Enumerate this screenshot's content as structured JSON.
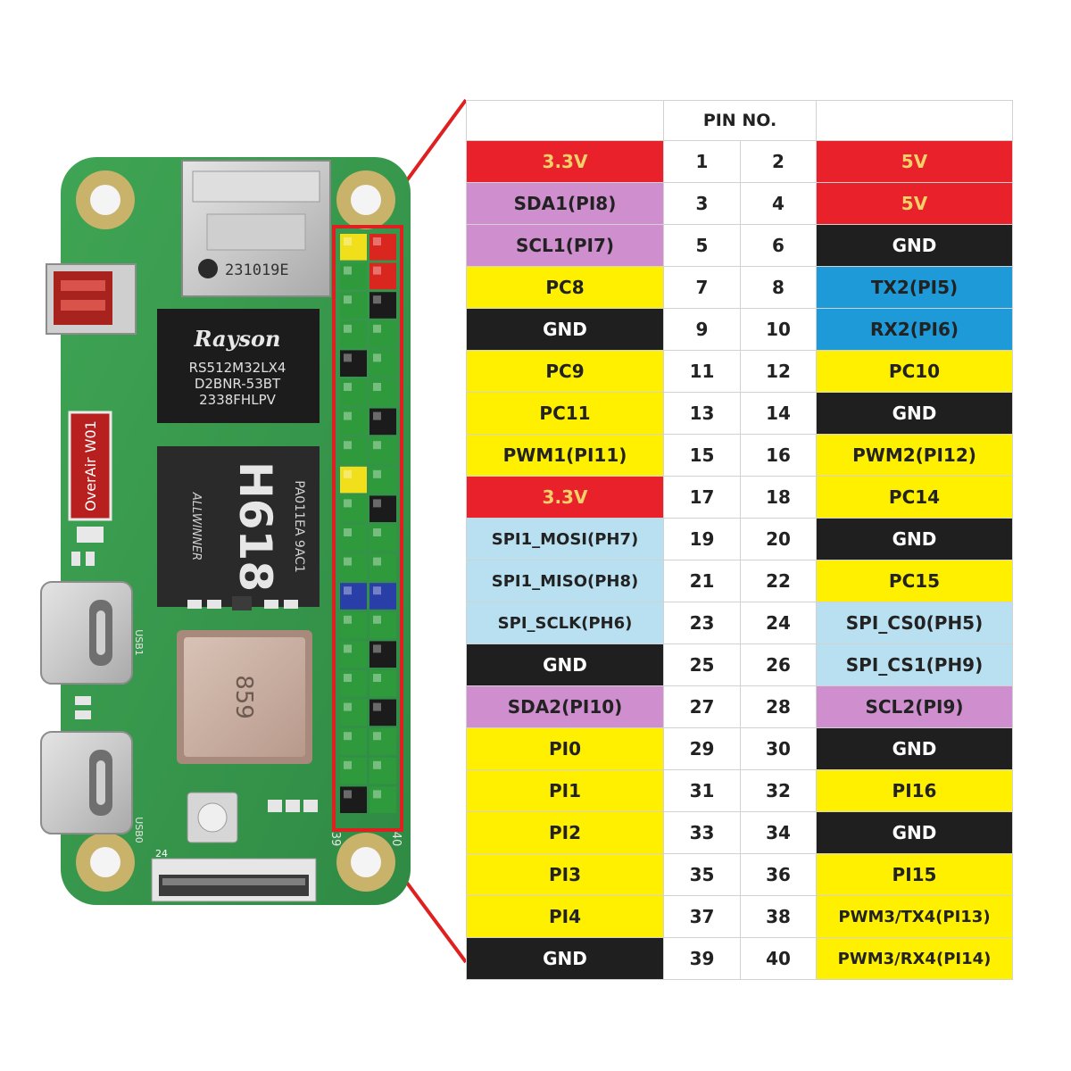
{
  "header": {
    "pin_no": "PIN NO."
  },
  "colors": {
    "power_3v3": {
      "bg": "#e8212b",
      "fg": "#f4d06a"
    },
    "power_5v": {
      "bg": "#e8212b",
      "fg": "#f4d06a"
    },
    "i2c": {
      "bg": "#cf8fcf",
      "fg": "#222222"
    },
    "gnd": {
      "bg": "#1f1f1f",
      "fg": "#ffffff"
    },
    "gpio": {
      "bg": "#fff000",
      "fg": "#222222"
    },
    "uart": {
      "bg": "#1e9ad8",
      "fg": "#222222"
    },
    "spi": {
      "bg": "#b9e0f0",
      "fg": "#222222"
    }
  },
  "pins": [
    {
      "left_label": "3.3V",
      "left_type": "power_3v3",
      "left_num": "1",
      "right_num": "2",
      "right_label": "5V",
      "right_type": "power_5v"
    },
    {
      "left_label": "SDA1(PI8)",
      "left_type": "i2c",
      "left_num": "3",
      "right_num": "4",
      "right_label": "5V",
      "right_type": "power_5v"
    },
    {
      "left_label": "SCL1(PI7)",
      "left_type": "i2c",
      "left_num": "5",
      "right_num": "6",
      "right_label": "GND",
      "right_type": "gnd"
    },
    {
      "left_label": "PC8",
      "left_type": "gpio",
      "left_num": "7",
      "right_num": "8",
      "right_label": "TX2(PI5)",
      "right_type": "uart"
    },
    {
      "left_label": "GND",
      "left_type": "gnd",
      "left_num": "9",
      "right_num": "10",
      "right_label": "RX2(PI6)",
      "right_type": "uart"
    },
    {
      "left_label": "PC9",
      "left_type": "gpio",
      "left_num": "11",
      "right_num": "12",
      "right_label": "PC10",
      "right_type": "gpio"
    },
    {
      "left_label": "PC11",
      "left_type": "gpio",
      "left_num": "13",
      "right_num": "14",
      "right_label": "GND",
      "right_type": "gnd"
    },
    {
      "left_label": "PWM1(PI11)",
      "left_type": "gpio",
      "left_num": "15",
      "right_num": "16",
      "right_label": "PWM2(PI12)",
      "right_type": "gpio"
    },
    {
      "left_label": "3.3V",
      "left_type": "power_3v3",
      "left_num": "17",
      "right_num": "18",
      "right_label": "PC14",
      "right_type": "gpio"
    },
    {
      "left_label": "SPI1_MOSI(PH7)",
      "left_type": "spi",
      "left_num": "19",
      "right_num": "20",
      "right_label": "GND",
      "right_type": "gnd"
    },
    {
      "left_label": "SPI1_MISO(PH8)",
      "left_type": "spi",
      "left_num": "21",
      "right_num": "22",
      "right_label": "PC15",
      "right_type": "gpio"
    },
    {
      "left_label": "SPI_SCLK(PH6)",
      "left_type": "spi",
      "left_num": "23",
      "right_num": "24",
      "right_label": "SPI_CS0(PH5)",
      "right_type": "spi"
    },
    {
      "left_label": "GND",
      "left_type": "gnd",
      "left_num": "25",
      "right_num": "26",
      "right_label": "SPI_CS1(PH9)",
      "right_type": "spi"
    },
    {
      "left_label": "SDA2(PI10)",
      "left_type": "i2c",
      "left_num": "27",
      "right_num": "28",
      "right_label": "SCL2(PI9)",
      "right_type": "i2c"
    },
    {
      "left_label": "PI0",
      "left_type": "gpio",
      "left_num": "29",
      "right_num": "30",
      "right_label": "GND",
      "right_type": "gnd"
    },
    {
      "left_label": "PI1",
      "left_type": "gpio",
      "left_num": "31",
      "right_num": "32",
      "right_label": "PI16",
      "right_type": "gpio"
    },
    {
      "left_label": "PI2",
      "left_type": "gpio",
      "left_num": "33",
      "right_num": "34",
      "right_label": "GND",
      "right_type": "gnd"
    },
    {
      "left_label": "PI3",
      "left_type": "gpio",
      "left_num": "35",
      "right_num": "36",
      "right_label": "PI15",
      "right_type": "gpio"
    },
    {
      "left_label": "PI4",
      "left_type": "gpio",
      "left_num": "37",
      "right_num": "38",
      "right_label": "PWM3/TX4(PI13)",
      "right_type": "gpio"
    },
    {
      "left_label": "GND",
      "left_type": "gnd",
      "left_num": "39",
      "right_num": "40",
      "right_label": "PWM3/RX4(PI14)",
      "right_type": "gpio"
    }
  ],
  "board": {
    "sd_card_code": "231019E",
    "ram_brand": "Rayson",
    "ram_line1": "RS512M32LX4",
    "ram_line2": "D2BNR-53BT",
    "ram_line3": "2338FHLPV",
    "soc_name": "H618",
    "soc_maker": "ALLWINNER",
    "soc_code": "PA011EA  9AC1",
    "wifi_module_code": "859",
    "antenna_label": "OverAir W01",
    "usb1_label": "USB1",
    "usb0_label": "USB0",
    "fpc_label": "24",
    "pin_label_39": "39",
    "pin_label_40": "40"
  }
}
